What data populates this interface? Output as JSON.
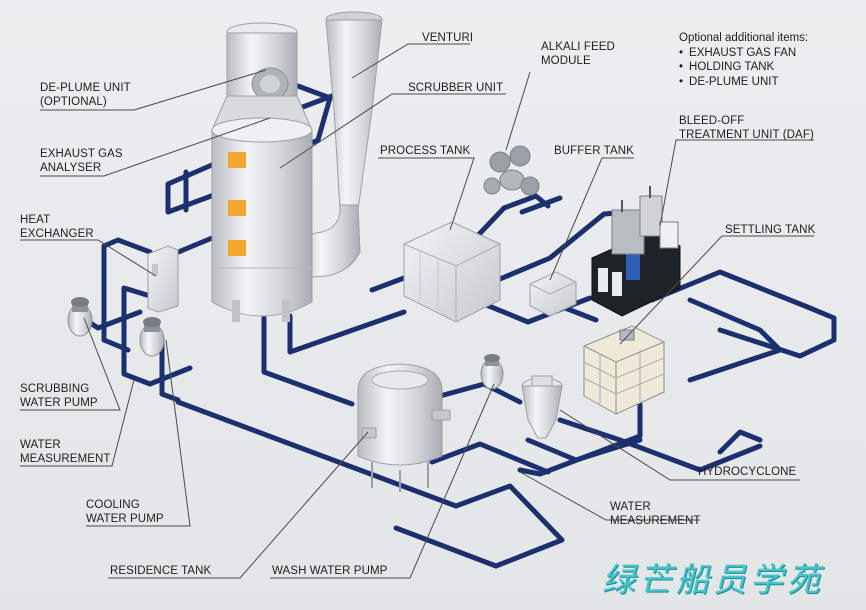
{
  "labels": {
    "venturi": "VENTURI",
    "de_plume": "DE-PLUME UNIT\n(OPTIONAL)",
    "scrubber_unit": "SCRUBBER UNIT",
    "alkali_feed": "ALKALI FEED\nMODULE",
    "exhaust_gas_analyser": "EXHAUST GAS\nANALYSER",
    "process_tank": "PROCESS TANK",
    "buffer_tank": "BUFFER TANK",
    "bleed_off": "BLEED-OFF\nTREATMENT UNIT (DAF)",
    "heat_exchanger": "HEAT\nEXCHANGER",
    "settling_tank": "SETTLING TANK",
    "scrubbing_water_pump": "SCRUBBING\nWATER PUMP",
    "water_measurement_left": "WATER\nMEASUREMENT",
    "cooling_water_pump": "COOLING\nWATER PUMP",
    "hydrocyclone": "HYDROCYCLONE",
    "water_measurement_right": "WATER\nMEASUREMENT",
    "residence_tank": "RESIDENCE TANK",
    "wash_water_pump": "WASH WATER PUMP"
  },
  "optional_items": {
    "title": "Optional additional items:",
    "items": [
      "EXHAUST GAS FAN",
      "HOLDING TANK",
      "DE-PLUME UNIT"
    ]
  },
  "watermark": "绿芒船员学苑",
  "colors": {
    "pipe": "#1c2f6e",
    "equipment": "#d6d9dc",
    "accent": "#f0a830",
    "watermark": "#46c4cc"
  }
}
